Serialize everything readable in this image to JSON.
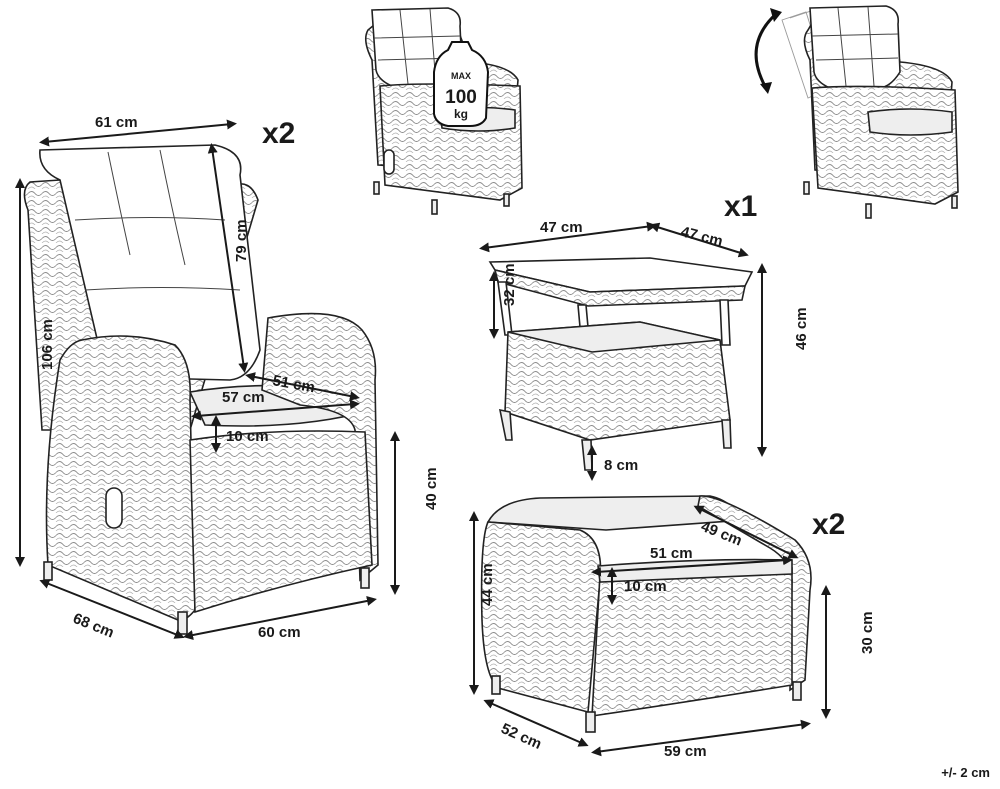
{
  "dimensions": {
    "chair_width": "61 cm",
    "chair_height": "106 cm",
    "back_height": "79 cm",
    "seat_depth": "51 cm",
    "seat_width": "57 cm",
    "cushion_thickness": "10 cm",
    "seat_height": "40 cm",
    "chair_depth": "68 cm",
    "chair_base_width": "60 cm",
    "table_width": "47 cm",
    "table_depth": "47 cm",
    "table_upper_gap": "32 cm",
    "table_height": "46 cm",
    "table_leg": "8 cm",
    "ottoman_top_depth": "49 cm",
    "ottoman_top_width": "51 cm",
    "ottoman_cushion": "10 cm",
    "ottoman_height": "44 cm",
    "ottoman_base_height": "30 cm",
    "ottoman_depth": "52 cm",
    "ottoman_width": "59 cm"
  },
  "quantities": {
    "chairs": "x2",
    "table": "x1",
    "ottomans": "x2"
  },
  "load_badge": {
    "max": "MAX",
    "weight": "100",
    "unit": "kg"
  },
  "tolerance": "+/- 2 cm"
}
